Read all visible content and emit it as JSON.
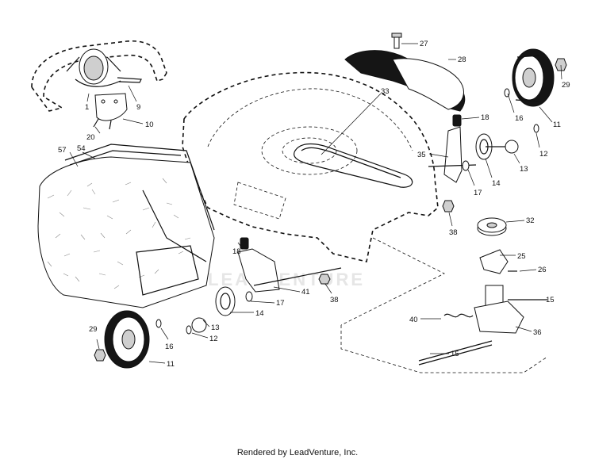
{
  "footer": {
    "text": "Rendered by LeadVenture, Inc."
  },
  "watermark": {
    "text": "LEADVENTURE"
  },
  "callouts": [
    {
      "label": "27"
    },
    {
      "label": "28"
    },
    {
      "label": "29"
    },
    {
      "label": "11"
    },
    {
      "label": "1"
    },
    {
      "label": "9"
    },
    {
      "label": "10"
    },
    {
      "label": "20"
    },
    {
      "label": "33"
    },
    {
      "label": "18"
    },
    {
      "label": "16"
    },
    {
      "label": "12"
    },
    {
      "label": "13"
    },
    {
      "label": "35"
    },
    {
      "label": "14"
    },
    {
      "label": "17"
    },
    {
      "label": "57"
    },
    {
      "label": "54"
    },
    {
      "label": "38"
    },
    {
      "label": "32"
    },
    {
      "label": "25"
    },
    {
      "label": "26"
    },
    {
      "label": "18"
    },
    {
      "label": "41"
    },
    {
      "label": "38"
    },
    {
      "label": "17"
    },
    {
      "label": "15"
    },
    {
      "label": "14"
    },
    {
      "label": "40"
    },
    {
      "label": "36"
    },
    {
      "label": "29"
    },
    {
      "label": "13"
    },
    {
      "label": "16"
    },
    {
      "label": "12"
    },
    {
      "label": "15"
    },
    {
      "label": "11"
    }
  ]
}
